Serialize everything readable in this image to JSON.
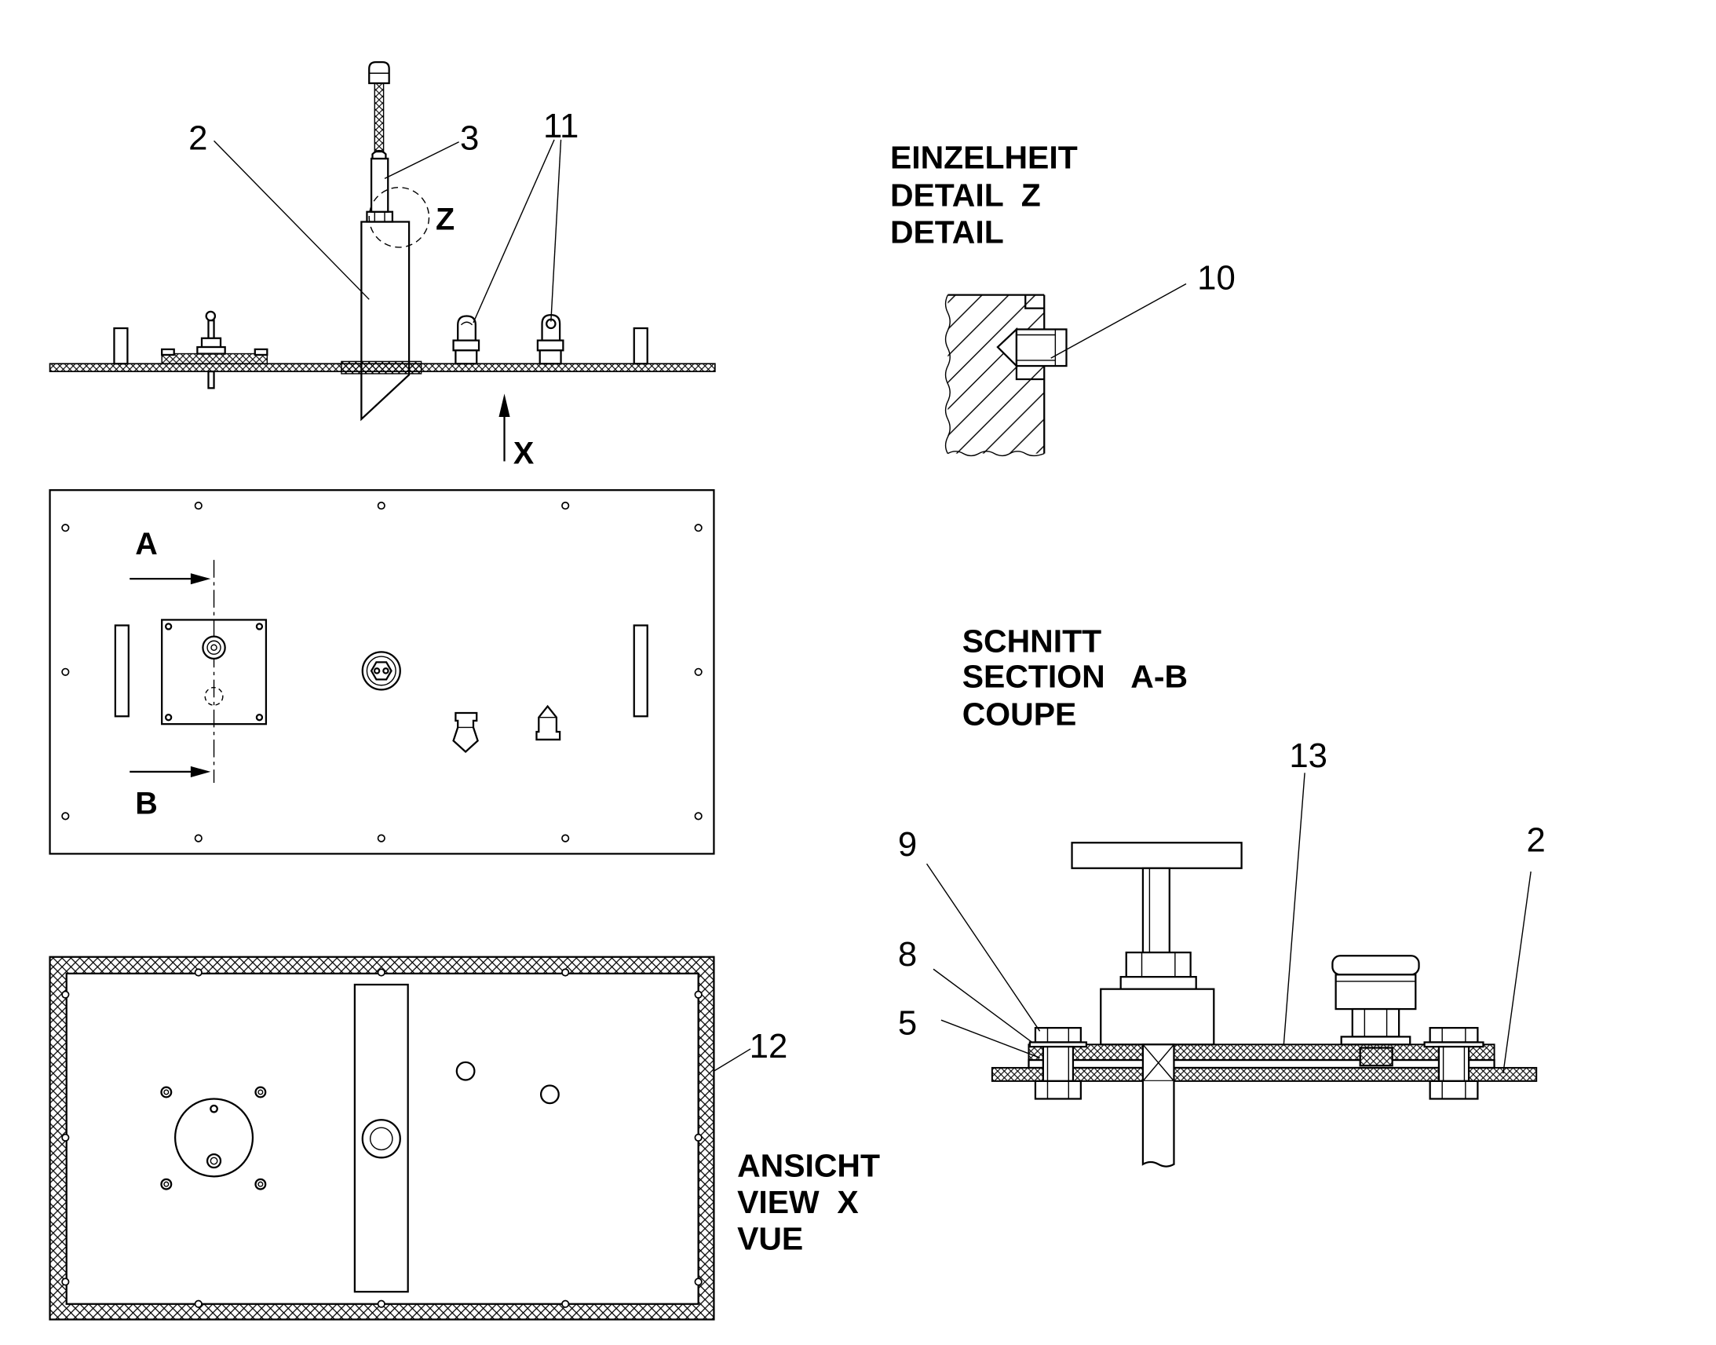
{
  "drawing": {
    "side_view": {
      "item_2": "2",
      "item_3": "3",
      "item_11": "11",
      "detail_marker": "Z",
      "view_direction": "X"
    },
    "plan_view": {
      "section_mark_top": "A",
      "section_mark_bottom": "B"
    },
    "detail_z": {
      "title": [
        "EINZELHEIT",
        "DETAIL  Z",
        "DETAIL"
      ],
      "item_10": "10"
    },
    "section_ab": {
      "title": [
        "SCHNITT",
        "SECTION   A-B",
        "COUPE"
      ],
      "item_13": "13",
      "item_9": "9",
      "item_8": "8",
      "item_5": "5",
      "item_2": "2"
    },
    "view_x": {
      "item_12": "12",
      "title": [
        "ANSICHT",
        "VIEW  X",
        "VUE"
      ]
    }
  },
  "colors": {
    "line": "#000000",
    "background": "#ffffff"
  }
}
